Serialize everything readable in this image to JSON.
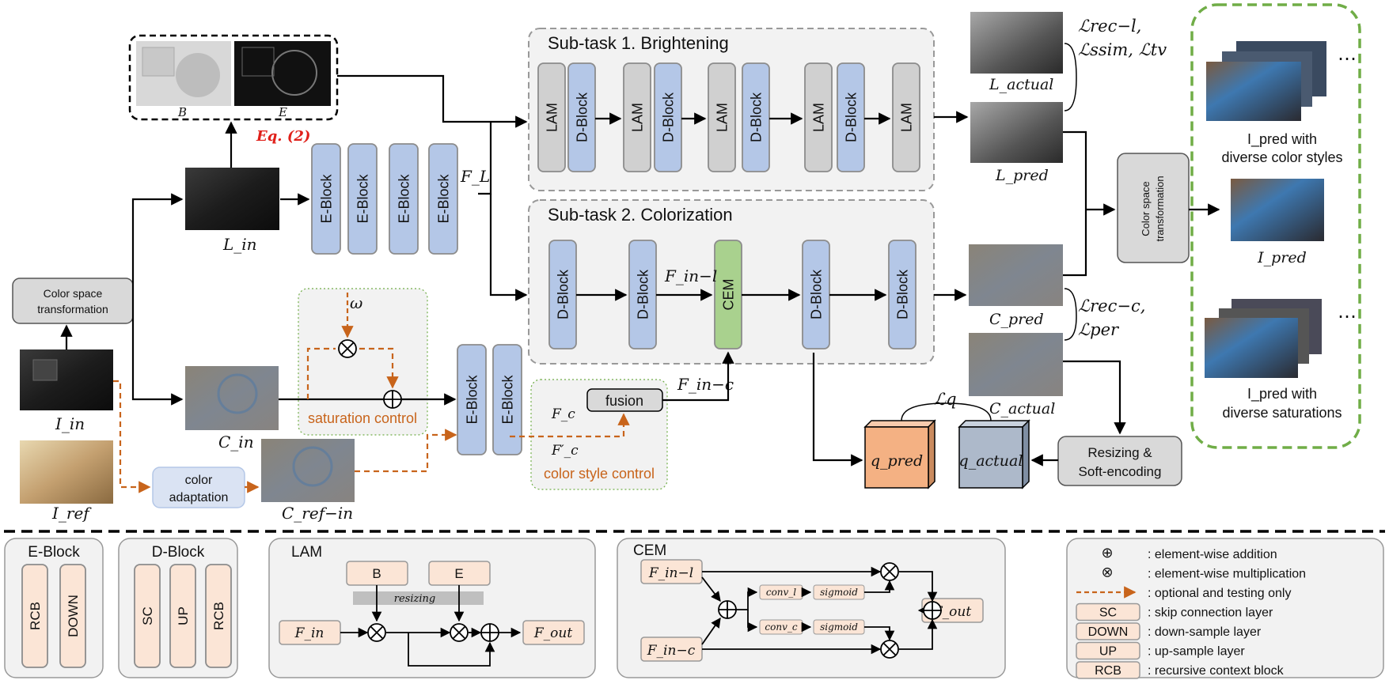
{
  "pipeline": {
    "color_space_transformation": "Color space transformation",
    "color_space_transformation_right": "Color space transformation",
    "eq_ref": "Eq. (2)",
    "img_B": "B",
    "img_E": "E",
    "L_in": "L_in",
    "I_in": "I_in",
    "I_ref": "I_ref",
    "C_in": "C_in",
    "C_ref_in": "C_ref−in",
    "color_adaptation": "color adaptation",
    "omega": "ω",
    "saturation_control": "saturation control",
    "color_style_control": "color style control",
    "fusion": "fusion",
    "F_c": "F_c",
    "F_prime_c": "F′_c",
    "F_in_c": "F_in−c",
    "F_in_l": "F_in−l",
    "F_L": "F_L",
    "e_block": "E-Block",
    "d_block": "D-Block",
    "lam": "LAM",
    "cem": "CEM",
    "subtask1": "Sub-task 1. Brightening",
    "subtask2": "Sub-task 2. Colorization",
    "L_actual": "L_actual",
    "L_pred": "L_pred",
    "C_pred": "C_pred",
    "C_actual": "C_actual",
    "loss_l1": "ℒrec−l,",
    "loss_l2": "ℒssim, ℒtv",
    "loss_c1": "ℒrec−c,",
    "loss_c2": "ℒper",
    "loss_q": "ℒq",
    "q_pred": "q_pred",
    "q_actual": "q_actual",
    "resizing": "Resizing & Soft-encoding",
    "ipred_color_1": "I_pred with",
    "ipred_color_2": "diverse color styles",
    "ipred": "I_pred",
    "ipred_sat_1": "I_pred with",
    "ipred_sat_2": "diverse saturations",
    "dots": "⋯"
  },
  "legend_blocks": {
    "eblock_title": "E-Block",
    "eblock_items": [
      "RCB",
      "DOWN"
    ],
    "dblock_title": "D-Block",
    "dblock_items": [
      "SC",
      "UP",
      "RCB"
    ],
    "lam_title": "LAM",
    "lam_B": "B",
    "lam_E": "E",
    "lam_resizing": "resizing",
    "lam_Fin": "F_in",
    "lam_Fout": "F_out",
    "cem_title": "CEM",
    "cem_Fin_l": "F_in−l",
    "cem_Fin_c": "F_in−c",
    "cem_conv_l": "conv_l",
    "cem_conv_c": "conv_c",
    "cem_sigmoid": "sigmoid",
    "cem_Fout": "F_out"
  },
  "legend_key": {
    "items": [
      {
        "symbol": "⊕",
        "text": ": element-wise addition"
      },
      {
        "symbol": "⊗",
        "text": ": element-wise multiplication"
      },
      {
        "symbol": "arrow",
        "text": ": optional and testing only"
      },
      {
        "symbol": "SC",
        "text": ": skip connection layer"
      },
      {
        "symbol": "DOWN",
        "text": ": down-sample layer"
      },
      {
        "symbol": "UP",
        "text": ": up-sample layer"
      },
      {
        "symbol": "RCB",
        "text": ": recursive context block"
      }
    ]
  },
  "colors": {
    "eblock_fill": "#b4c7e7",
    "lam_fill": "#d0d0d0",
    "cem_fill": "#a9d18e",
    "qpred_fill": "#f4b183",
    "qactual_fill": "#adb9ca",
    "optional_arrow": "#c8641b",
    "dashed_green": "#70ad47",
    "peach": "#fbe5d6"
  }
}
